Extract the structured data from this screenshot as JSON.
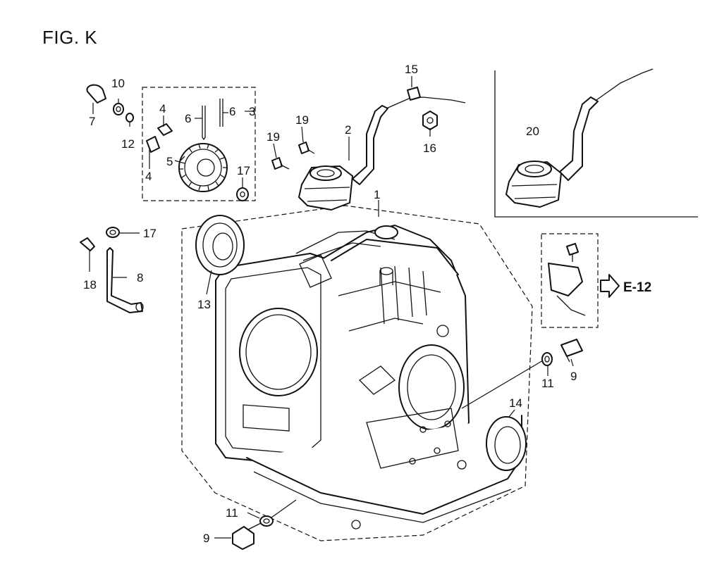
{
  "figure": {
    "title": "FIG. K",
    "reference": "E-12"
  },
  "callouts": [
    {
      "num": "1"
    },
    {
      "num": "2"
    },
    {
      "num": "3"
    },
    {
      "num": "4"
    },
    {
      "num": "4"
    },
    {
      "num": "5"
    },
    {
      "num": "6"
    },
    {
      "num": "6"
    },
    {
      "num": "7"
    },
    {
      "num": "8"
    },
    {
      "num": "9"
    },
    {
      "num": "9"
    },
    {
      "num": "10"
    },
    {
      "num": "11"
    },
    {
      "num": "11"
    },
    {
      "num": "12"
    },
    {
      "num": "13"
    },
    {
      "num": "14"
    },
    {
      "num": "15"
    },
    {
      "num": "16"
    },
    {
      "num": "17"
    },
    {
      "num": "17"
    },
    {
      "num": "18"
    },
    {
      "num": "19"
    },
    {
      "num": "19"
    },
    {
      "num": "20"
    }
  ]
}
